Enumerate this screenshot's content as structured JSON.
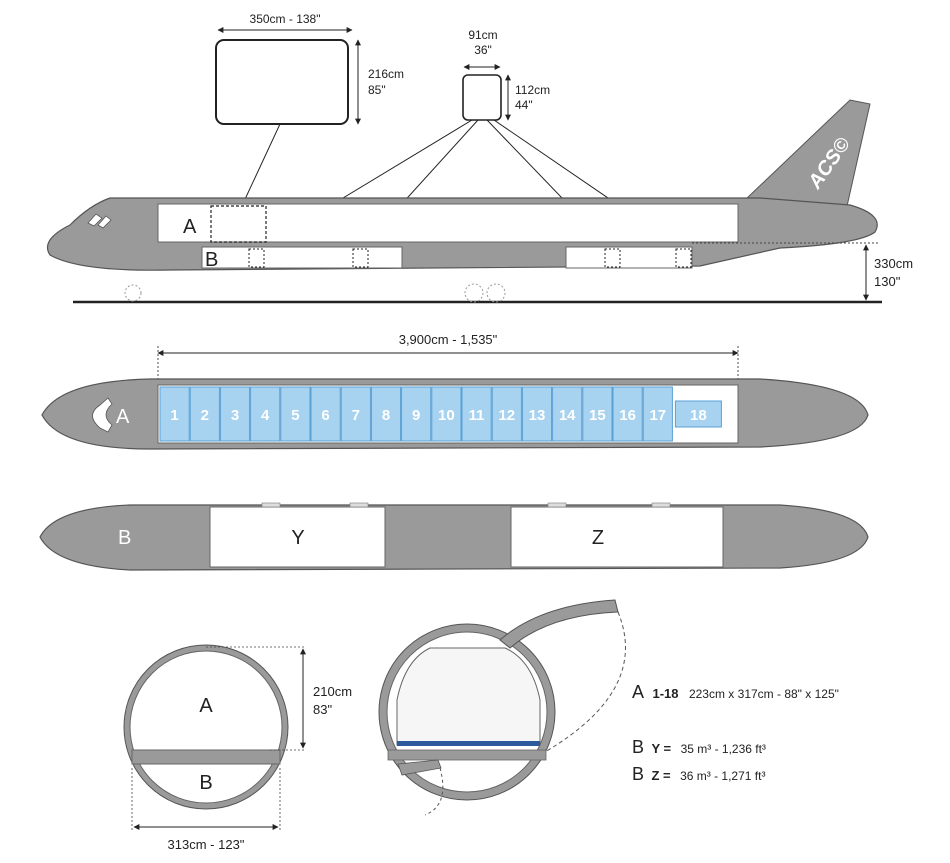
{
  "colors": {
    "fuselage": "#9a9a9a",
    "outline": "#555555",
    "position_fill": "#a7d3f0",
    "position_stroke": "#5a9fd4",
    "highlight": "#2c5a9c"
  },
  "top_container": {
    "width": "350cm - 138\"",
    "height_cm": "216cm",
    "height_in": "85\""
  },
  "small_container": {
    "width_cm": "91cm",
    "width_in": "36\"",
    "height_cm": "112cm",
    "height_in": "44\""
  },
  "side_view": {
    "deck_a": "A",
    "deck_b": "B",
    "tail_text": "ACS©",
    "sill_cm": "330cm",
    "sill_in": "130\""
  },
  "main_deck": {
    "label": "A",
    "length": "3,900cm - 1,535\"",
    "positions": [
      "1",
      "2",
      "3",
      "4",
      "5",
      "6",
      "7",
      "8",
      "9",
      "10",
      "11",
      "12",
      "13",
      "14",
      "15",
      "16",
      "17",
      "18"
    ]
  },
  "lower_deck": {
    "label": "B",
    "hold_y": "Y",
    "hold_z": "Z"
  },
  "cross_section": {
    "label_a": "A",
    "label_b": "B",
    "height_cm": "210cm",
    "height_in": "83\"",
    "width": "313cm - 123\""
  },
  "legend": {
    "a_letter": "A",
    "a_range": "1-18",
    "a_dims": "223cm x 317cm - 88\" x 125\"",
    "by_letter": "B",
    "by_key": "Y =",
    "by_value": "35 m³ - 1,236 ft³",
    "bz_letter": "B",
    "bz_key": "Z =",
    "bz_value": "36 m³ - 1,271 ft³"
  }
}
